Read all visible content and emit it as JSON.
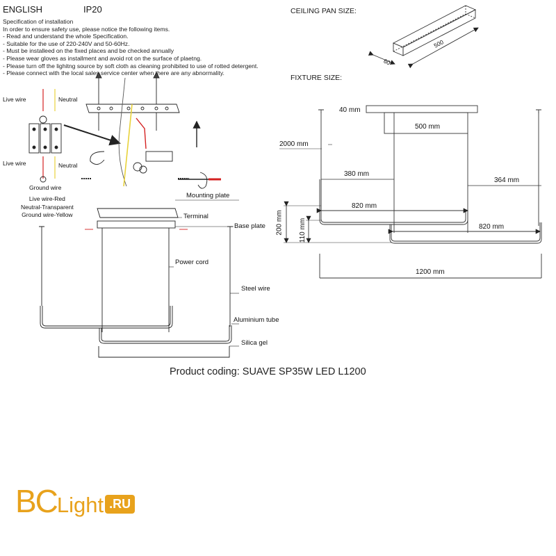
{
  "header": {
    "language": "ENGLISH",
    "ip": "IP20"
  },
  "spec": {
    "title": "Specification of installation",
    "lines": [
      "In order to ensure safety use, please notice the following items.",
      "- Read and understand the whole Specification.",
      "- Suitable for the use of 220-240V and 50-60Hz.",
      "- Must be installeed on the fixed places and be checked annually",
      "- Please wear gloves as installment and avoid rot on the surface of plaetng.",
      "- Please turn off the lighitng source by soft cloth as cleaning prohibited to use of rotted detergent.",
      "- Please connect with the local sales service center when there are any abnormality."
    ]
  },
  "ceiling_pan": {
    "title": "CEILING PAN  SIZE:",
    "length": "500",
    "width": "60"
  },
  "fixture": {
    "title": "FIXTURE SIZE:",
    "dims": {
      "d40": "40 mm",
      "d500": "500 mm",
      "d2000": "2000 mm",
      "d380": "380 mm",
      "d364": "364 mm",
      "d820a": "820 mm",
      "d820b": "820 mm",
      "d200": "200 mm",
      "d110": "110 mm",
      "d1200": "1200 mm"
    }
  },
  "wiring": {
    "live_wire_top": "Live wire",
    "neutral_top": "Neutral",
    "live_wire_bottom": "Live wire",
    "neutral_bottom": "Neutral",
    "ground_wire": "Ground wire",
    "legend": [
      "Live wire-Red",
      "Neutral-Transparent",
      "Ground wire-Yellow"
    ]
  },
  "parts": {
    "mounting_plate": "Mounting plate",
    "terminal": "Terminal",
    "base_plate": "Base plate",
    "power_cord": "Power cord",
    "steel_wire": "Steel wire",
    "aluminium_tube": "Aluminium tube",
    "silica_gel": "Silica gel"
  },
  "product_coding": "Product coding: SUAVE SP35W LED L1200",
  "logo": {
    "part1": "BC",
    "part2": "Light",
    "part3": ".RU"
  },
  "colors": {
    "logo": "#e8a21c",
    "live": "#d42020",
    "ground": "#e8d23a"
  }
}
